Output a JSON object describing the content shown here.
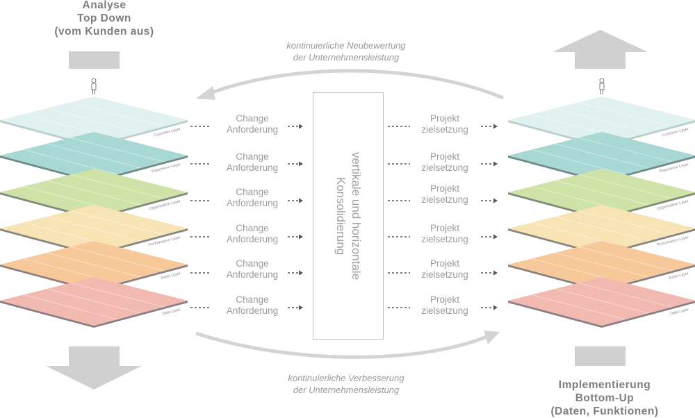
{
  "left_heading": {
    "line1": "Analyse",
    "line2": "Top Down",
    "line3": "(vom Kunden aus)"
  },
  "right_heading": {
    "line1": "Implementierung",
    "line2": "Bottom-Up",
    "line3": "(Daten, Funktionen)"
  },
  "top_cycle": {
    "line1": "kontinuierliche Neubewertung",
    "line2": "der Unternehmensleistung"
  },
  "bottom_cycle": {
    "line1": "kontinuierliche Verbesserung",
    "line2": "der Unternehmensleistung"
  },
  "consolidation": {
    "line1": "vertikale und horizontale",
    "line2": "Konsolidierung"
  },
  "change_requests": [
    {
      "line1": "Change",
      "line2": "Anforderung"
    },
    {
      "line1": "Change",
      "line2": "Anforderung"
    },
    {
      "line1": "Change",
      "line2": "Anforderung"
    },
    {
      "line1": "Change",
      "line2": "Anforderung"
    },
    {
      "line1": "Change",
      "line2": "Anforderung"
    },
    {
      "line1": "Change",
      "line2": "Anforderung"
    }
  ],
  "project_goals": [
    {
      "line1": "Projekt",
      "line2": "zielsetzung"
    },
    {
      "line1": "Projekt",
      "line2": "zielsetzung"
    },
    {
      "line1": "Projekt",
      "line2": "zielsetzung"
    },
    {
      "line1": "Projekt",
      "line2": "zielsetzung"
    },
    {
      "line1": "Projekt",
      "line2": "zielsetzung"
    },
    {
      "line1": "Projekt",
      "line2": "zielsetzung"
    }
  ],
  "layers": [
    {
      "name": "Customer Layer",
      "color": "#dcefec",
      "edge": "#b9cfcc"
    },
    {
      "name": "Experience Layer",
      "color": "#a8d8d4",
      "edge": "#6f8a8a"
    },
    {
      "name": "Organisation Layer",
      "color": "#cfe3a9",
      "edge": "#7f8a78"
    },
    {
      "name": "Performance Layer",
      "color": "#f8e3b4",
      "edge": "#8a8580"
    },
    {
      "name": "Asset Layer",
      "color": "#f7c99a",
      "edge": "#8a8080"
    },
    {
      "name": "Data Layer",
      "color": "#f2b9b0",
      "edge": "#8a7f86"
    }
  ],
  "colors": {
    "arrow_gray": "#d0d0d0",
    "dash": "#555555",
    "text_gray": "#9c9c9c"
  }
}
